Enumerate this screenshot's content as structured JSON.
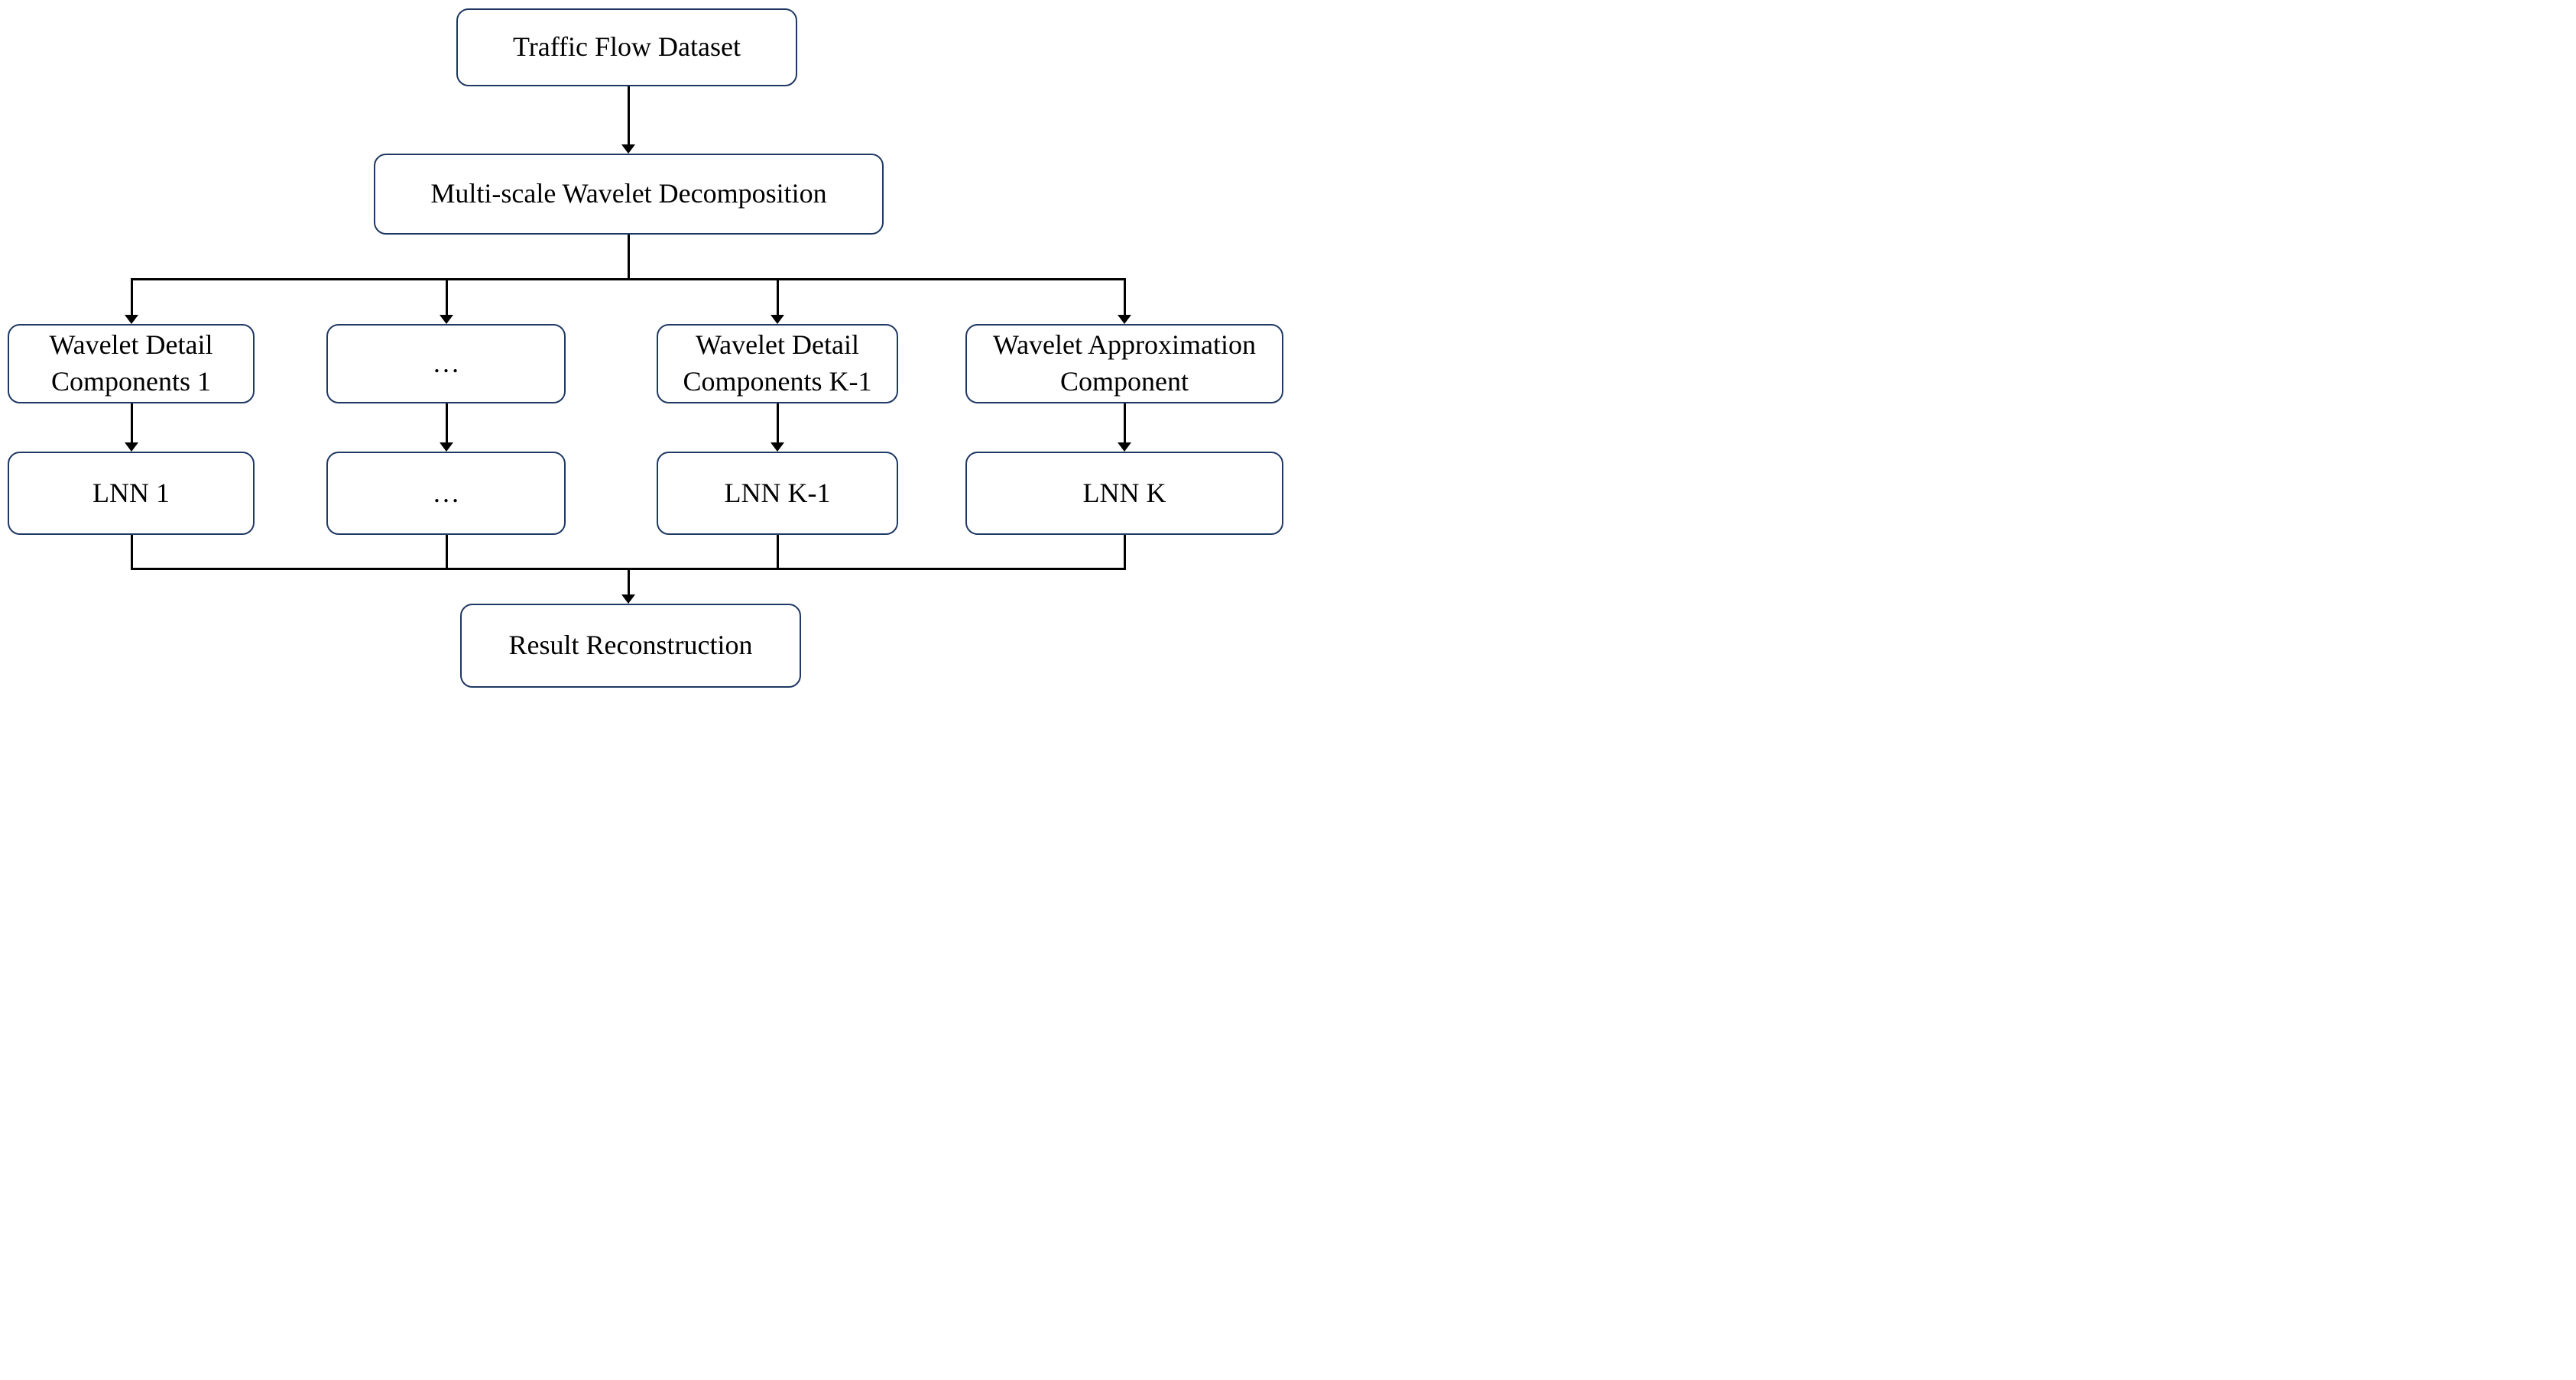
{
  "diagram": {
    "type": "flowchart",
    "colors": {
      "box_border": "#1f3864",
      "box_fill": "#ffffff",
      "connector": "#000000",
      "text": "#000000",
      "background": "#ffffff"
    },
    "nodes": {
      "dataset": {
        "label": "Traffic Flow Dataset"
      },
      "decomposition": {
        "label": "Multi-scale Wavelet Decomposition"
      },
      "detail_1": {
        "label": "Wavelet Detail\nComponents 1"
      },
      "detail_ellipsis": {
        "label": "…"
      },
      "detail_k_minus_1": {
        "label": "Wavelet Detail\nComponents K-1"
      },
      "approximation": {
        "label": "Wavelet Approximation\nComponent"
      },
      "lnn_1": {
        "label": "LNN 1"
      },
      "lnn_ellipsis": {
        "label": "…"
      },
      "lnn_k_minus_1": {
        "label": "LNN K-1"
      },
      "lnn_k": {
        "label": "LNN K"
      },
      "result": {
        "label": "Result Reconstruction"
      }
    },
    "edges": [
      "dataset -> decomposition",
      "decomposition -> detail_1",
      "decomposition -> detail_ellipsis",
      "decomposition -> detail_k_minus_1",
      "decomposition -> approximation",
      "detail_1 -> lnn_1",
      "detail_ellipsis -> lnn_ellipsis",
      "detail_k_minus_1 -> lnn_k_minus_1",
      "approximation -> lnn_k",
      "lnn_1 -> result",
      "lnn_ellipsis -> result",
      "lnn_k_minus_1 -> result",
      "lnn_k -> result"
    ]
  }
}
